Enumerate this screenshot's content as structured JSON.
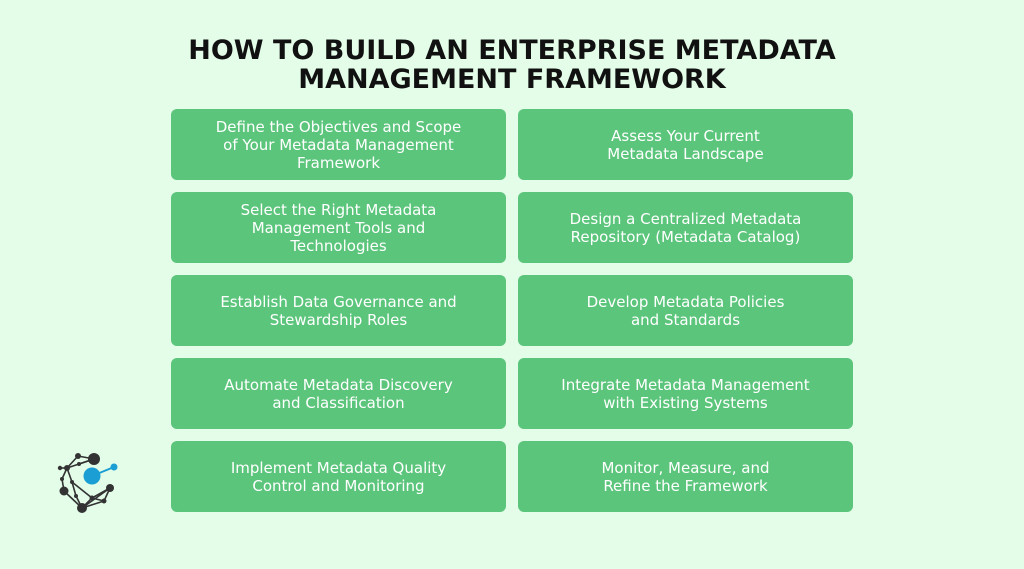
{
  "header": {
    "title_line1": "HOW TO BUILD AN ENTERPRISE METADATA",
    "title_line2": "MANAGEMENT FRAMEWORK"
  },
  "steps": [
    {
      "label": "Define the Objectives and Scope\nof Your Metadata Management\nFramework"
    },
    {
      "label": "Assess Your Current\nMetadata Landscape"
    },
    {
      "label": "Select the Right Metadata\nManagement Tools and\nTechnologies"
    },
    {
      "label": "Design a Centralized Metadata\nRepository (Metadata Catalog)"
    },
    {
      "label": "Establish Data Governance and\nStewardship Roles"
    },
    {
      "label": "Develop Metadata Policies\nand Standards"
    },
    {
      "label": "Automate Metadata Discovery\nand Classification"
    },
    {
      "label": "Integrate Metadata Management\nwith Existing Systems"
    },
    {
      "label": "Implement Metadata Quality\nControl and Monitoring"
    },
    {
      "label": "Monitor, Measure, and\nRefine the Framework"
    }
  ],
  "logo": {
    "icon": "network-nodes-logo-icon",
    "accent_color": "#1a9ed4",
    "node_color": "#333333"
  },
  "colors": {
    "background": "#e3fde8",
    "card": "#5cc57c",
    "card_text": "#ffffff",
    "title_text": "#111111"
  }
}
